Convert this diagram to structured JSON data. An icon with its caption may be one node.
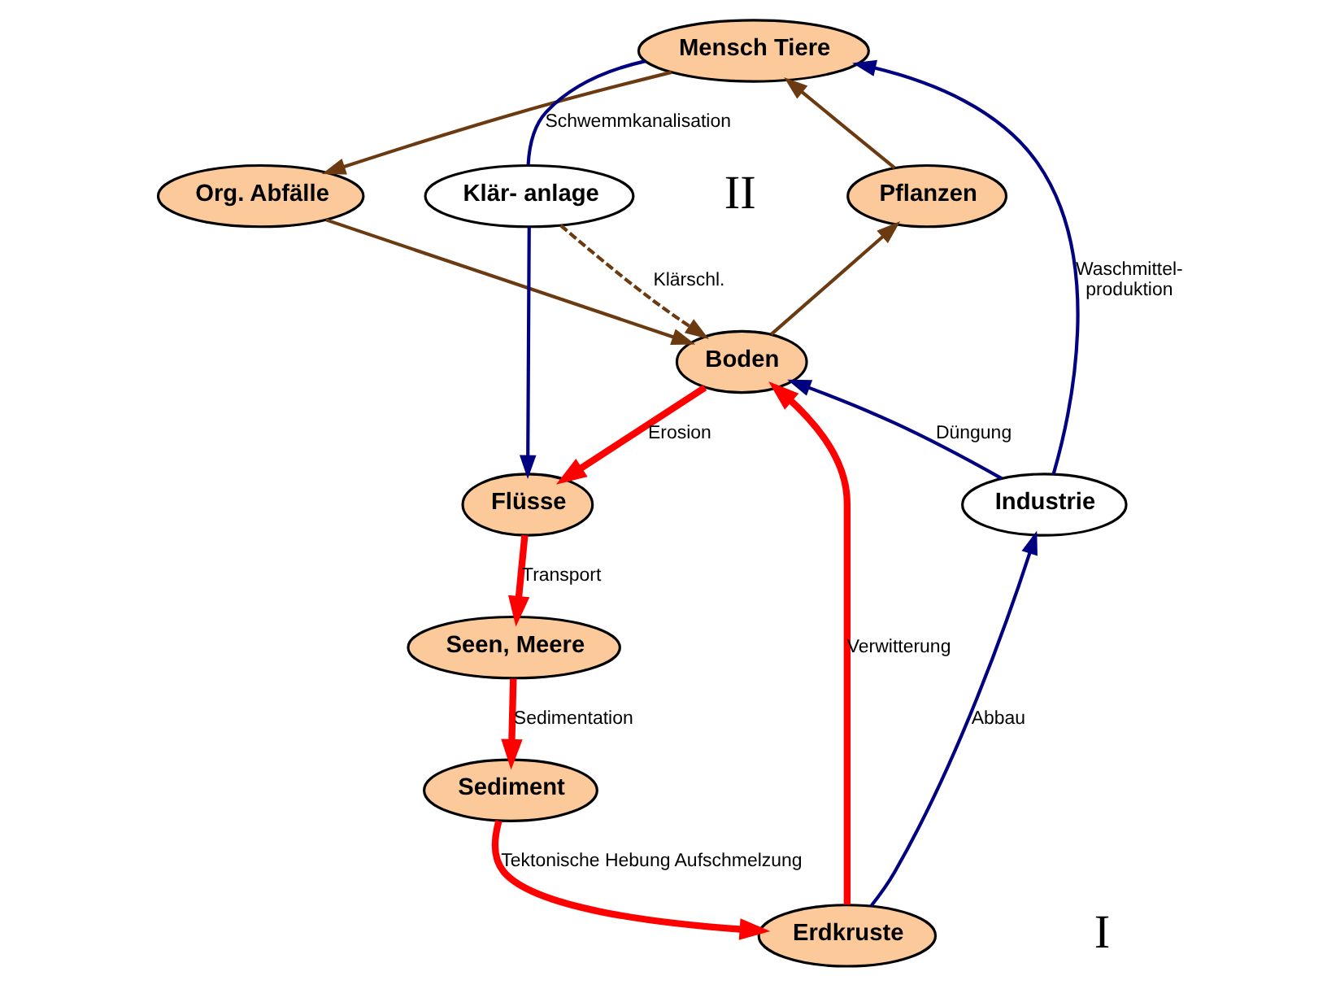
{
  "diagram": {
    "nodes": [
      {
        "text": [
          "Mensch Tiere"
        ]
      },
      {
        "text": [
          "Org. Abfälle"
        ]
      },
      {
        "text": [
          "Pflanzen"
        ]
      },
      {
        "text": [
          "Boden"
        ]
      },
      {
        "text": [
          "Klär- anlage"
        ]
      },
      {
        "text": [
          "Industrie"
        ]
      },
      {
        "text": [
          "Flüsse"
        ]
      },
      {
        "text": [
          "Erdkruste"
        ]
      },
      {
        "text": [
          "Seen, Meere"
        ]
      },
      {
        "text": [
          "Sediment"
        ]
      }
    ],
    "edges": [
      {
        "from": 0,
        "to": 1,
        "arrow": "to",
        "color": "#6b3a10"
      },
      {
        "from": 1,
        "to": 3,
        "arrow": "to",
        "color": "#6b3a10"
      },
      {
        "from": 3,
        "to": 2,
        "arrow": "to",
        "color": "#6b3a10"
      },
      {
        "from": 2,
        "to": 0,
        "arrow": "to",
        "color": "#6b3a10"
      },
      {
        "from": 0,
        "to": 4,
        "arrow": "none",
        "label": "Schwemmkanalisation",
        "color": "#000080"
      },
      {
        "from": 4,
        "to": 6,
        "arrow": "to",
        "color": "#000080"
      },
      {
        "from": 4,
        "to": 3,
        "arrow": "to",
        "label": "Klärschl.",
        "style": "dashed",
        "color": "#6b3a10"
      },
      {
        "from": 5,
        "to": 0,
        "arrow": "to",
        "label": "Waschmittel- produktion",
        "color": "#000080"
      },
      {
        "from": 5,
        "to": 3,
        "arrow": "to",
        "label": "Düngung",
        "color": "#000080"
      },
      {
        "from": 7,
        "to": 5,
        "arrow": "to",
        "label": "Abbau",
        "color": "#000080"
      },
      {
        "from": 3,
        "to": 6,
        "arrow": "to",
        "label": "Erosion",
        "style": "thick",
        "color": "#ff0000"
      },
      {
        "from": 6,
        "to": 8,
        "arrow": "to",
        "label": "Transport",
        "style": "thick",
        "color": "#ff0000"
      },
      {
        "from": 8,
        "to": 9,
        "arrow": "to",
        "label": "Sedimentation",
        "style": "thick",
        "color": "#ff0000"
      },
      {
        "from": 9,
        "to": 7,
        "arrow": "to",
        "label": "Tektonische Hebung Aufschmelzung",
        "style": "thick",
        "color": "#ff0000"
      },
      {
        "from": 7,
        "to": 3,
        "arrow": "to",
        "label": "Verwitterung",
        "style": "thick",
        "color": "#ff0000"
      }
    ],
    "labels": [
      "II",
      "I"
    ]
  }
}
